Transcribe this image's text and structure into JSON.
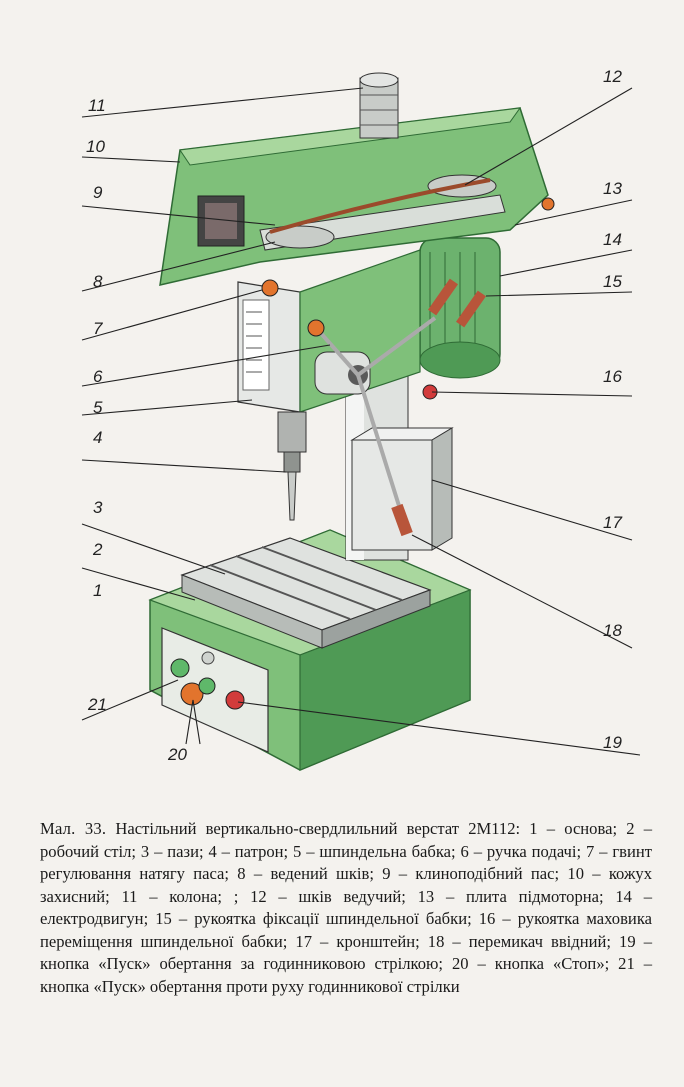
{
  "figure": {
    "callouts": [
      "1",
      "2",
      "3",
      "4",
      "5",
      "6",
      "7",
      "8",
      "9",
      "10",
      "11",
      "12",
      "13",
      "14",
      "15",
      "16",
      "17",
      "18",
      "19",
      "20",
      "21"
    ],
    "colors": {
      "body": "#7fc07a",
      "body_dark": "#4f9a55",
      "body_light": "#a9d79e",
      "steel": "#d8dcd9",
      "handle": "#b8553a",
      "red_button": "#d23b3b"
    }
  },
  "caption": {
    "label": "Мал. 33.",
    "text": "Настільний вертикально-свердлильний верстат 2М112: 1 – основа; 2 – робочий стіл; 3 – пази; 4 – патрон; 5 – шпиндельна бабка; 6 – ручка подачі; 7 – гвинт регулювання натягу паса; 8 – ведений шків; 9 – клиноподібний пас; 10 – кожух захисний; 11 – колона; ; 12 – шків ведучий; 13 – плита підмоторна; 14 – електродвигун; 15 – рукоятка фіксації шпиндельної бабки; 16 – рукоятка маховика переміщення шпиндельної бабки; 17 – кронштейн; 18 – перемикач ввідний; 19 – кнопка «Пуск» обертання за годинниковою стрілкою; 20 – кнопка «Стоп»; 21 – кнопка «Пуск» обертання проти руху годинникової стрілки"
  }
}
